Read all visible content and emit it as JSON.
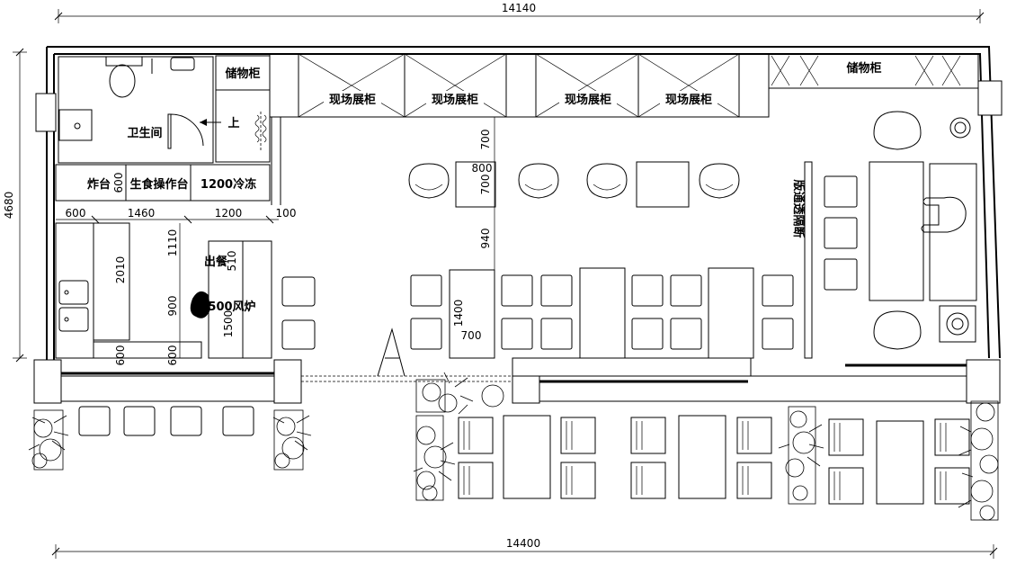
{
  "dimensions": {
    "top_total": "14140",
    "bottom_total": "14400",
    "left_total": "4680",
    "kitchen_row": [
      "600",
      "1460",
      "1200",
      "100"
    ],
    "kitchen_v_600_top": "600",
    "kitchen_v_2010": "2010",
    "kitchen_v_1110": "1110",
    "kitchen_v_900": "900",
    "kitchen_v_510": "510",
    "kitchen_v_1500": "1500",
    "kitchen_v_600_a": "600",
    "kitchen_v_600_b": "600",
    "dining_700_a": "700",
    "dining_800": "800",
    "dining_700_b": "700",
    "dining_940": "940",
    "dining_1400": "1400",
    "dining_700_c": "700"
  },
  "rooms": {
    "toilet": "卫生间",
    "up_sign": "上",
    "storage_left": "储物柜",
    "storage_right": "储物柜",
    "fry_station": "炸台",
    "raw_food_prep": "生食操作台",
    "freezer": "1200冷冻",
    "serving": "出餐",
    "wind_stove": "500风炉",
    "display_cabinets": [
      "现场展柜",
      "现场展柜",
      "现场展柜",
      "现场展柜"
    ],
    "partition": "版通透隔断"
  }
}
